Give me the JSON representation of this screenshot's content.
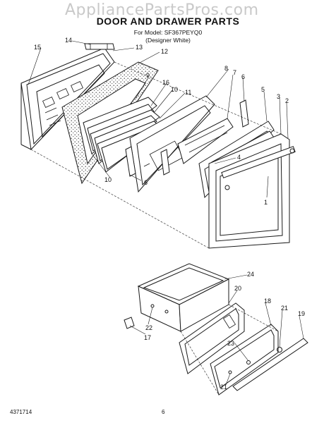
{
  "watermark": "AppliancePartsPros.com",
  "title": "DOOR AND DRAWER PARTS",
  "model_line": "For Model: SF367PEYQ0",
  "color_line": "(Designer White)",
  "document_number": "4371714",
  "page_number": "6",
  "callouts": {
    "c14": "14",
    "c15": "15",
    "c13": "13",
    "c12": "12",
    "c9": "9",
    "c16": "16",
    "c10a": "10",
    "c11": "11",
    "c8": "8",
    "c7": "7",
    "c6a": "6",
    "c5": "5",
    "c3": "3",
    "c2": "2",
    "c4": "4",
    "c1": "1",
    "c10b": "10",
    "c6b": "6",
    "c24": "24",
    "c20": "20",
    "c18": "18",
    "c21a": "21",
    "c19": "19",
    "c22": "22",
    "c17": "17",
    "c23": "23",
    "c21b": "21"
  }
}
